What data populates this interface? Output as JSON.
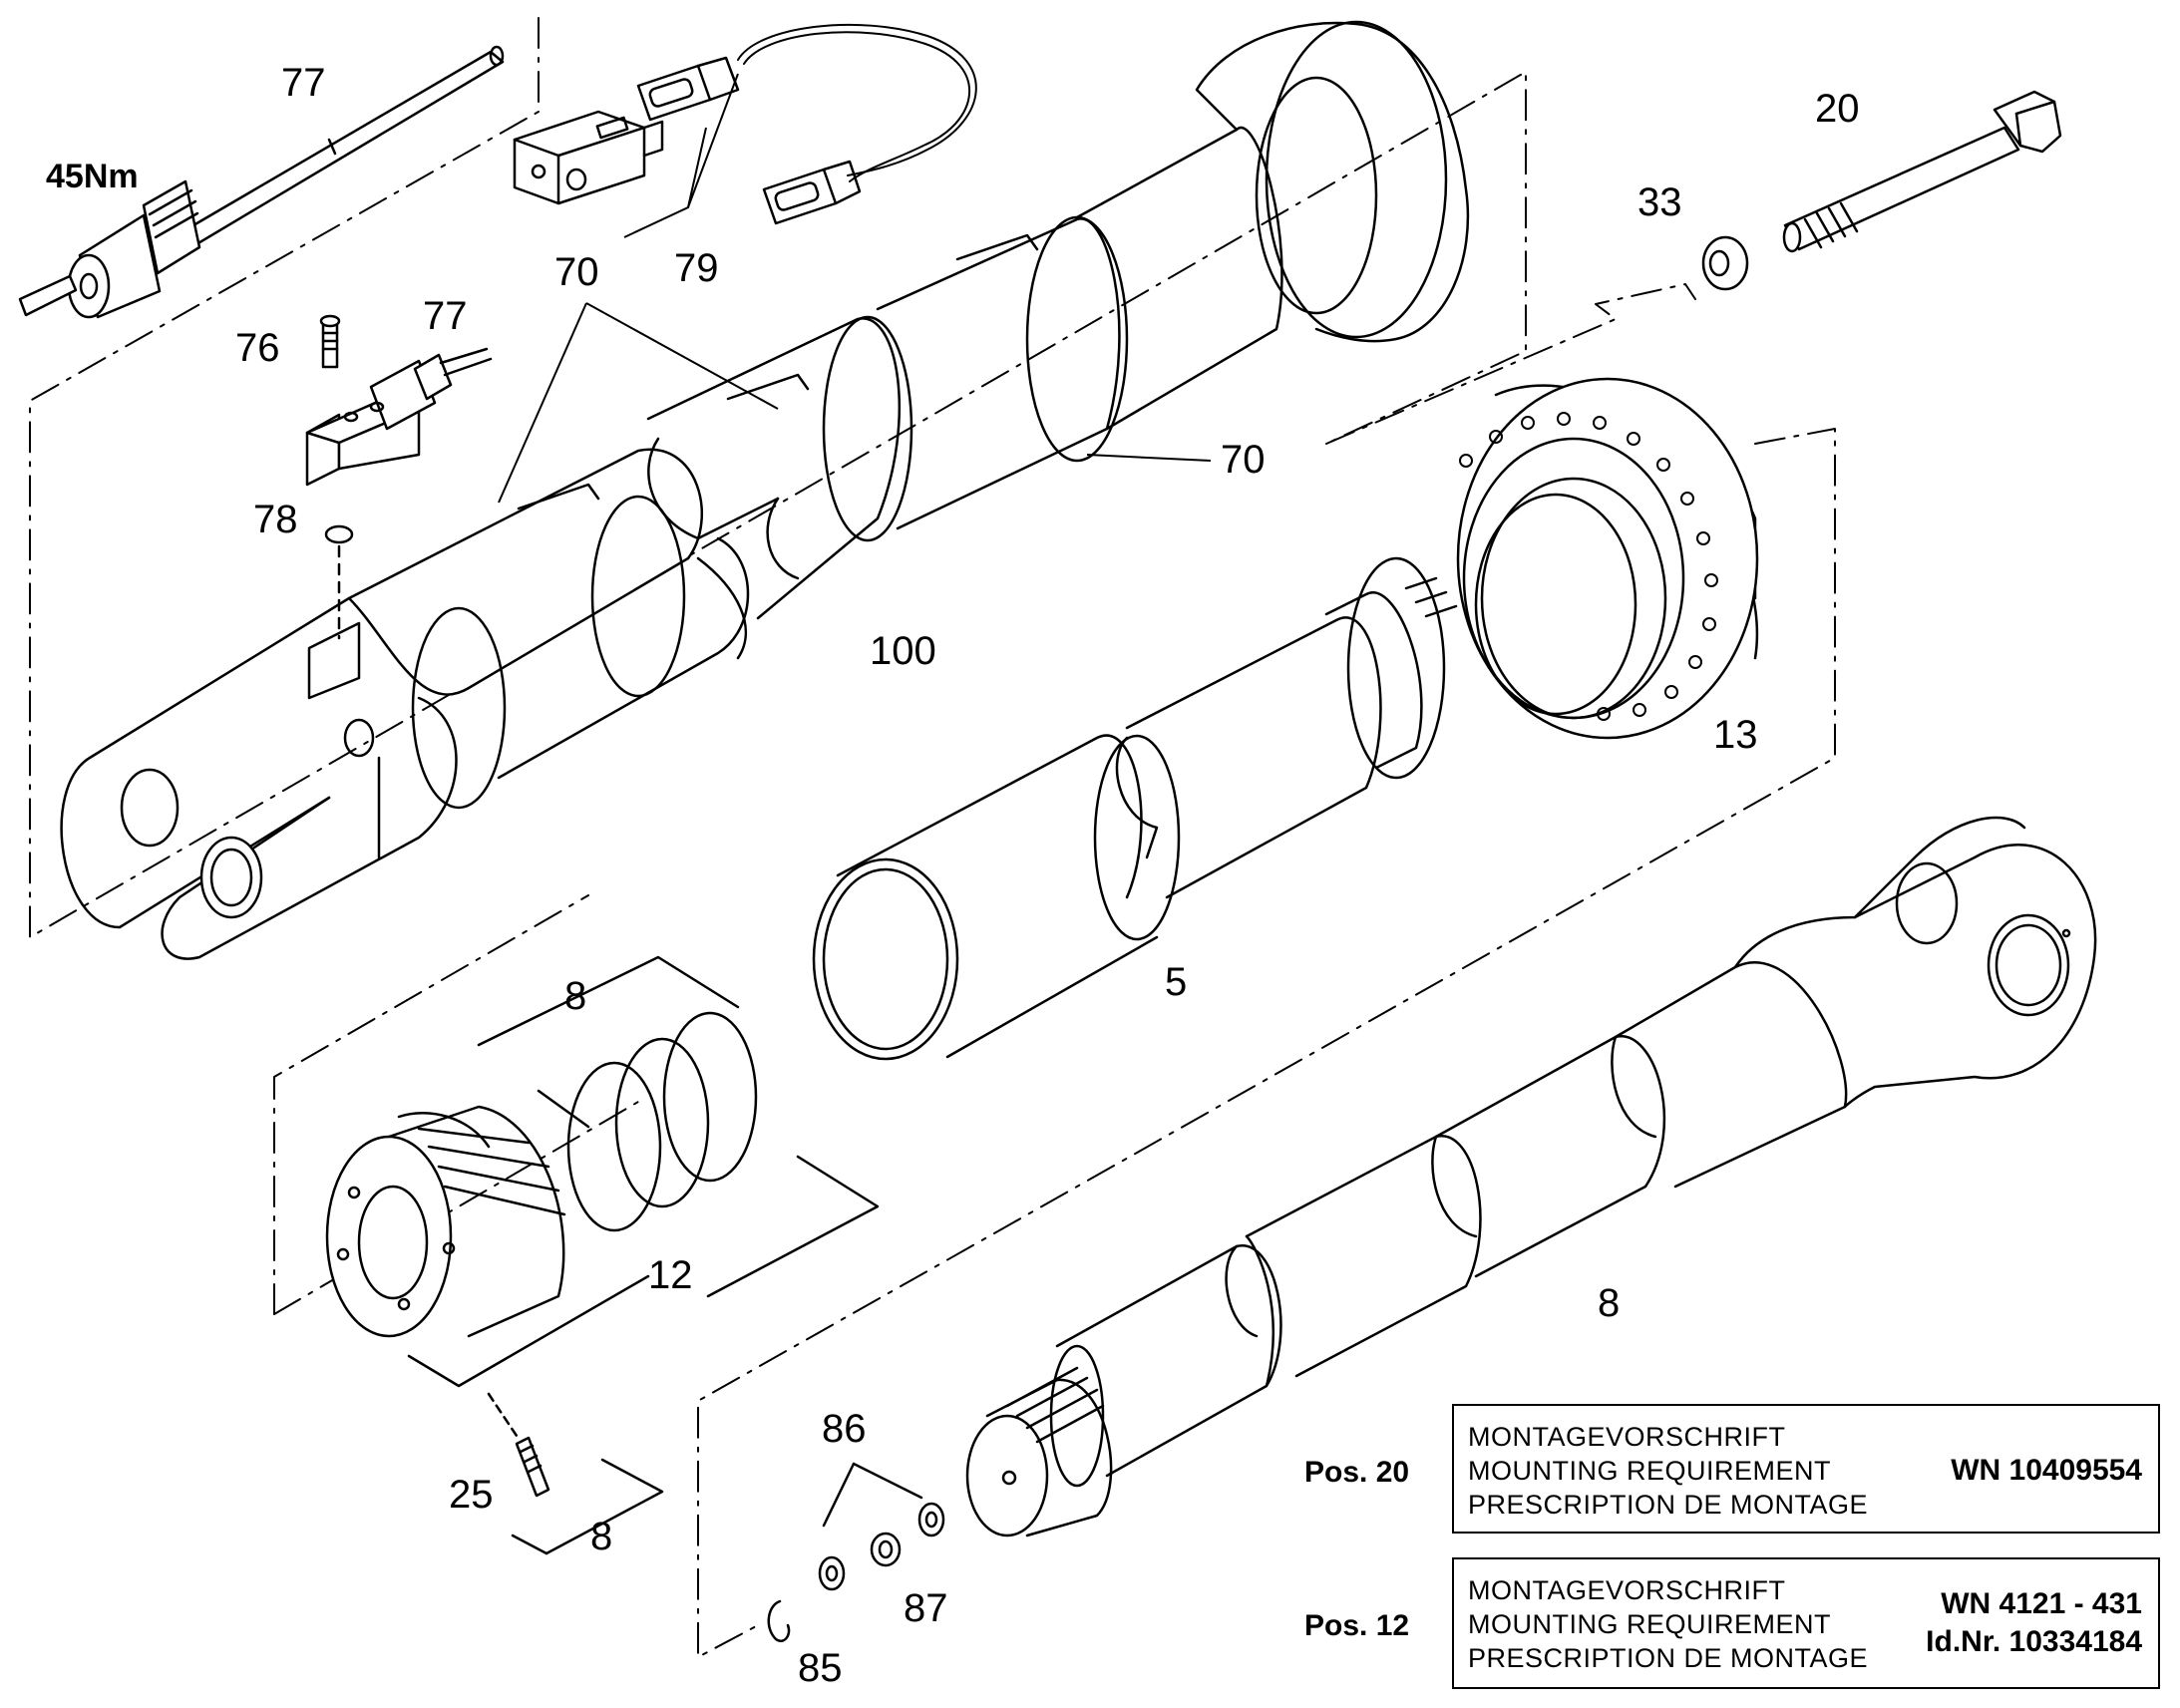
{
  "callouts": {
    "c77a": "77",
    "c45nm": "45Nm",
    "c79": "79",
    "c70a": "70",
    "c76": "76",
    "c77b": "77",
    "c78": "78",
    "c70b": "70",
    "c100": "100",
    "c20": "20",
    "c33": "33",
    "c13": "13",
    "c5": "5",
    "c8a": "8",
    "c12": "12",
    "c8b": "8",
    "c25": "25",
    "c8c": "8",
    "c86": "86",
    "c87": "87",
    "c85": "85"
  },
  "notes": [
    {
      "pos": "Pos. 20",
      "lines": [
        "MONTAGEVORSCHRIFT",
        "MOUNTING REQUIREMENT",
        "PRESCRIPTION DE MONTAGE"
      ],
      "ref_lines": [
        "WN 10409554"
      ]
    },
    {
      "pos": "Pos. 12",
      "lines": [
        "MONTAGEVORSCHRIFT",
        "MOUNTING REQUIREMENT",
        "PRESCRIPTION DE MONTAGE"
      ],
      "ref_lines": [
        "WN 4121 - 431",
        "Id.Nr. 10334184"
      ]
    }
  ],
  "colors": {
    "line": "#000000",
    "background": "#ffffff"
  }
}
